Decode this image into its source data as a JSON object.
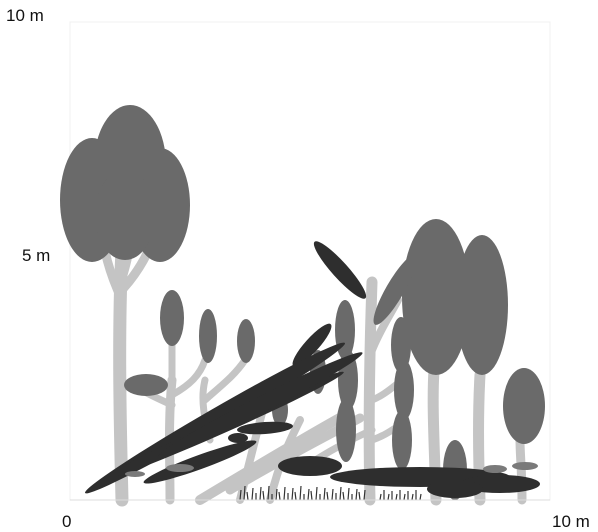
{
  "axes": {
    "y_top_label": "10 m",
    "y_mid_label": "5 m",
    "x_left_label": "0",
    "x_right_label": "10 m"
  },
  "colors": {
    "foliage": "#6a6a6a",
    "trunk_light": "#c4c4c4",
    "dark_stems": "#2e2e2e",
    "grid": "#eeeeee"
  }
}
